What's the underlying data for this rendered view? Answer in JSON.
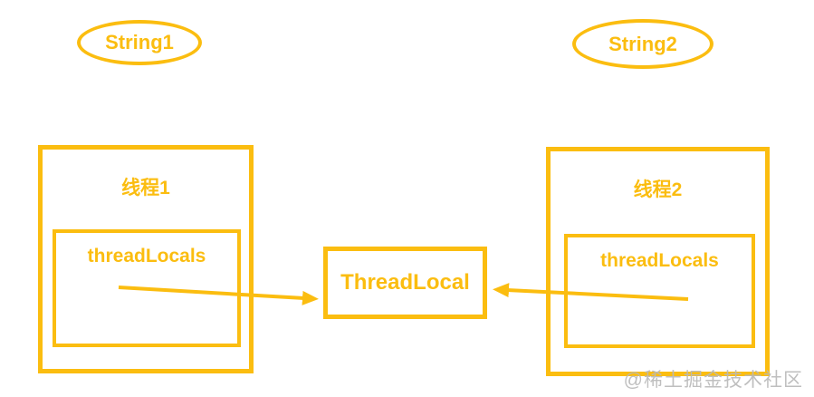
{
  "colors": {
    "accent": "#FBBD10",
    "watermark": "#B9B9B9"
  },
  "diagram": {
    "title_hint": "ThreadLocal shared by two threads",
    "ellipses": [
      {
        "label": "String1"
      },
      {
        "label": "String2"
      }
    ],
    "threads": [
      {
        "title": "线程1",
        "field": "threadLocals"
      },
      {
        "title": "线程2",
        "field": "threadLocals"
      }
    ],
    "center": {
      "label": "ThreadLocal"
    },
    "arrows": [
      {
        "from": "线程1.threadLocals",
        "to": "ThreadLocal"
      },
      {
        "from": "线程2.threadLocals",
        "to": "ThreadLocal"
      }
    ],
    "watermark": "@稀土掘金技术社区"
  }
}
